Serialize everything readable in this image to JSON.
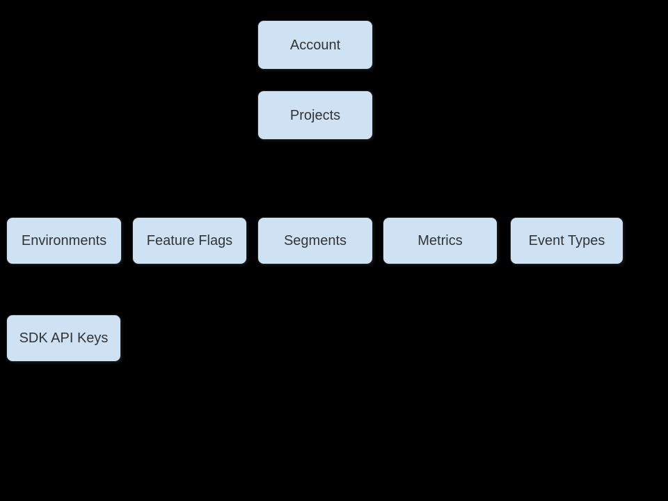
{
  "diagram": {
    "background_color": "#000000",
    "node_fill_color": "#cfe2f3",
    "node_text_color": "#333333",
    "nodes": [
      {
        "id": "account",
        "label": "Account"
      },
      {
        "id": "projects",
        "label": "Projects"
      },
      {
        "id": "environments",
        "label": "Environments"
      },
      {
        "id": "feature-flags",
        "label": "Feature Flags"
      },
      {
        "id": "segments",
        "label": "Segments"
      },
      {
        "id": "metrics",
        "label": "Metrics"
      },
      {
        "id": "event-types",
        "label": "Event Types"
      },
      {
        "id": "sdk-api-keys",
        "label": "SDK API Keys"
      }
    ]
  }
}
